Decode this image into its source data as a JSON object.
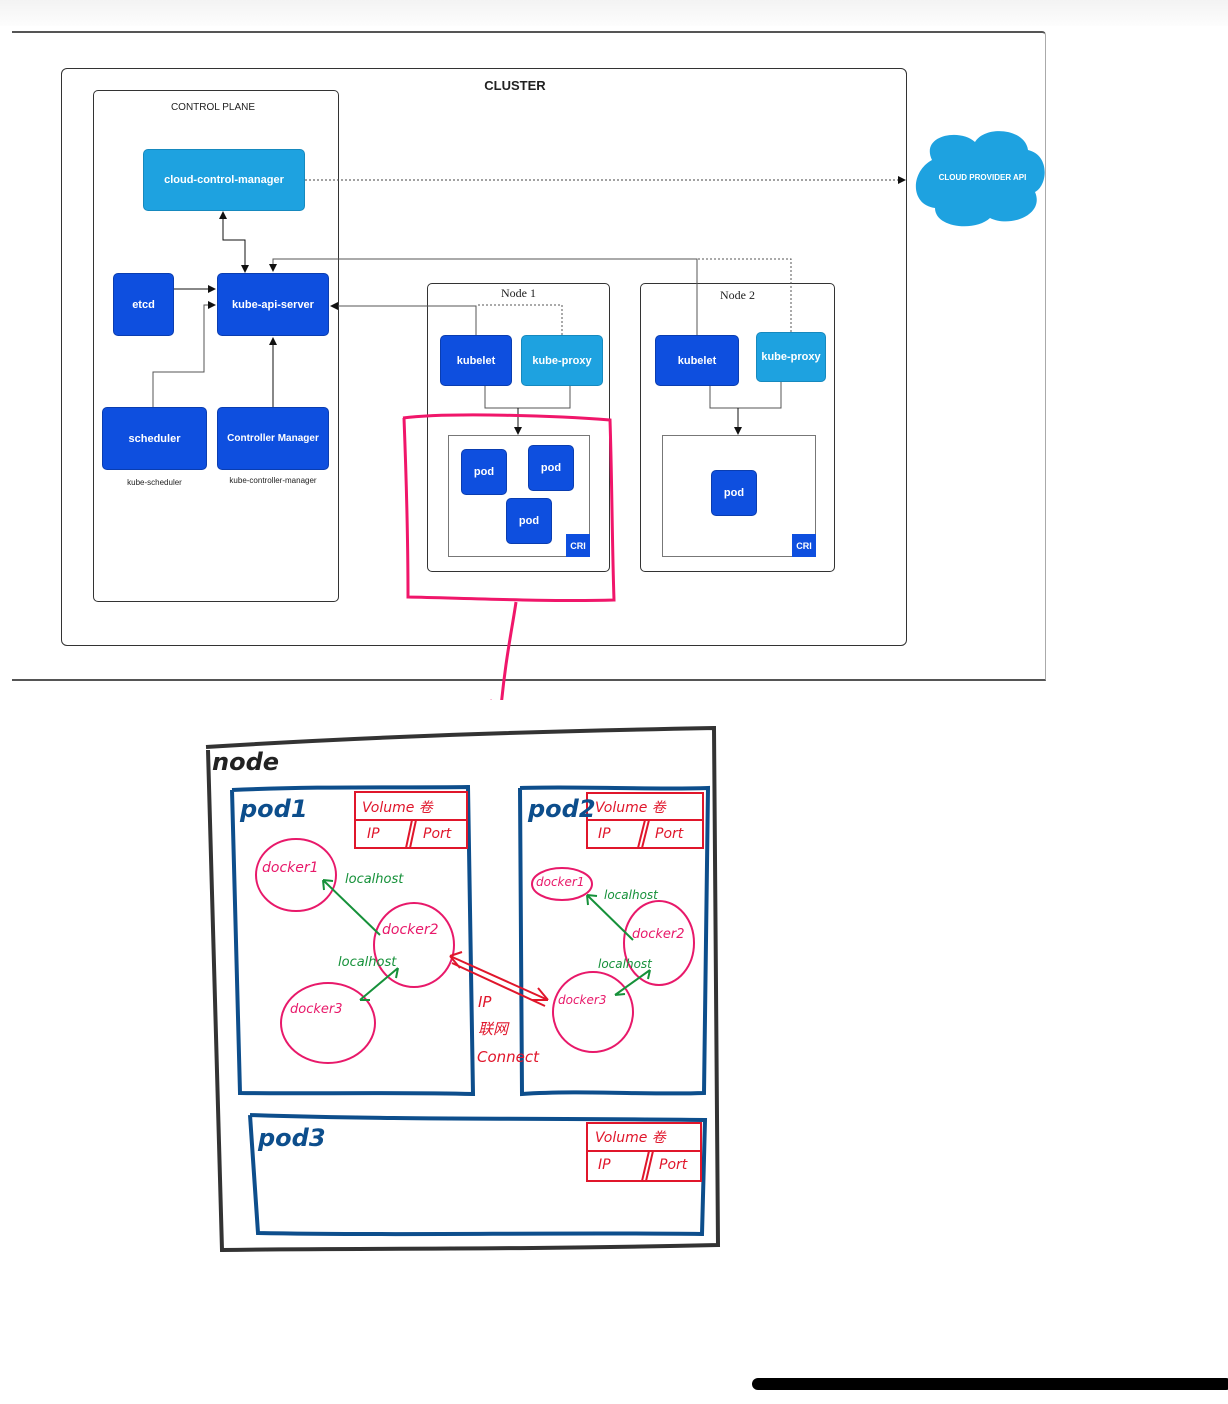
{
  "architecture": {
    "cluster_title": "CLUSTER",
    "control_plane": {
      "title": "CONTROL PLANE",
      "components": {
        "cloud_control_manager": "cloud-control-manager",
        "etcd": "etcd",
        "kube_api_server": "kube-api-server",
        "scheduler": "scheduler",
        "scheduler_sub": "kube-scheduler",
        "controller_manager": "Controller Manager",
        "controller_manager_sub": "kube-controller-manager"
      }
    },
    "cloud_provider": "CLOUD PROVIDER API",
    "nodes": [
      {
        "title": "Node 1",
        "kubelet": "kubelet",
        "kube_proxy": "kube-proxy",
        "pods": [
          "pod",
          "pod",
          "pod"
        ],
        "runtime": "CRI"
      },
      {
        "title": "Node 2",
        "kubelet": "kubelet",
        "kube_proxy": "kube-proxy",
        "pods": [
          "pod"
        ],
        "runtime": "CRI"
      }
    ],
    "colors": {
      "dark_blue": "#0e4fdf",
      "light_blue": "#1ea2e0",
      "highlight": "#f0166a"
    }
  },
  "sketch": {
    "node_label": "node",
    "pods": [
      {
        "label": "pod1",
        "volume": "Volume 卷",
        "ip": "IP",
        "port": "Port",
        "containers": [
          "docker1",
          "docker2",
          "docker3"
        ],
        "links": [
          "localhost",
          "localhost"
        ]
      },
      {
        "label": "pod2",
        "volume": "Volume 卷",
        "ip": "IP",
        "port": "Port",
        "containers": [
          "docker1",
          "docker2",
          "docker3"
        ],
        "links": [
          "localhost",
          "localhost"
        ]
      },
      {
        "label": "pod3",
        "volume": "Volume 卷",
        "ip": "IP",
        "port": "Port"
      }
    ],
    "inter_pod": {
      "line1": "IP",
      "line2": "联网",
      "line3": "Connect"
    },
    "colors": {
      "node_border": "#333333",
      "pod_border": "#0d4e8c",
      "container": "#e8196a",
      "link": "#16913a",
      "annotation": "#e0162b"
    }
  }
}
